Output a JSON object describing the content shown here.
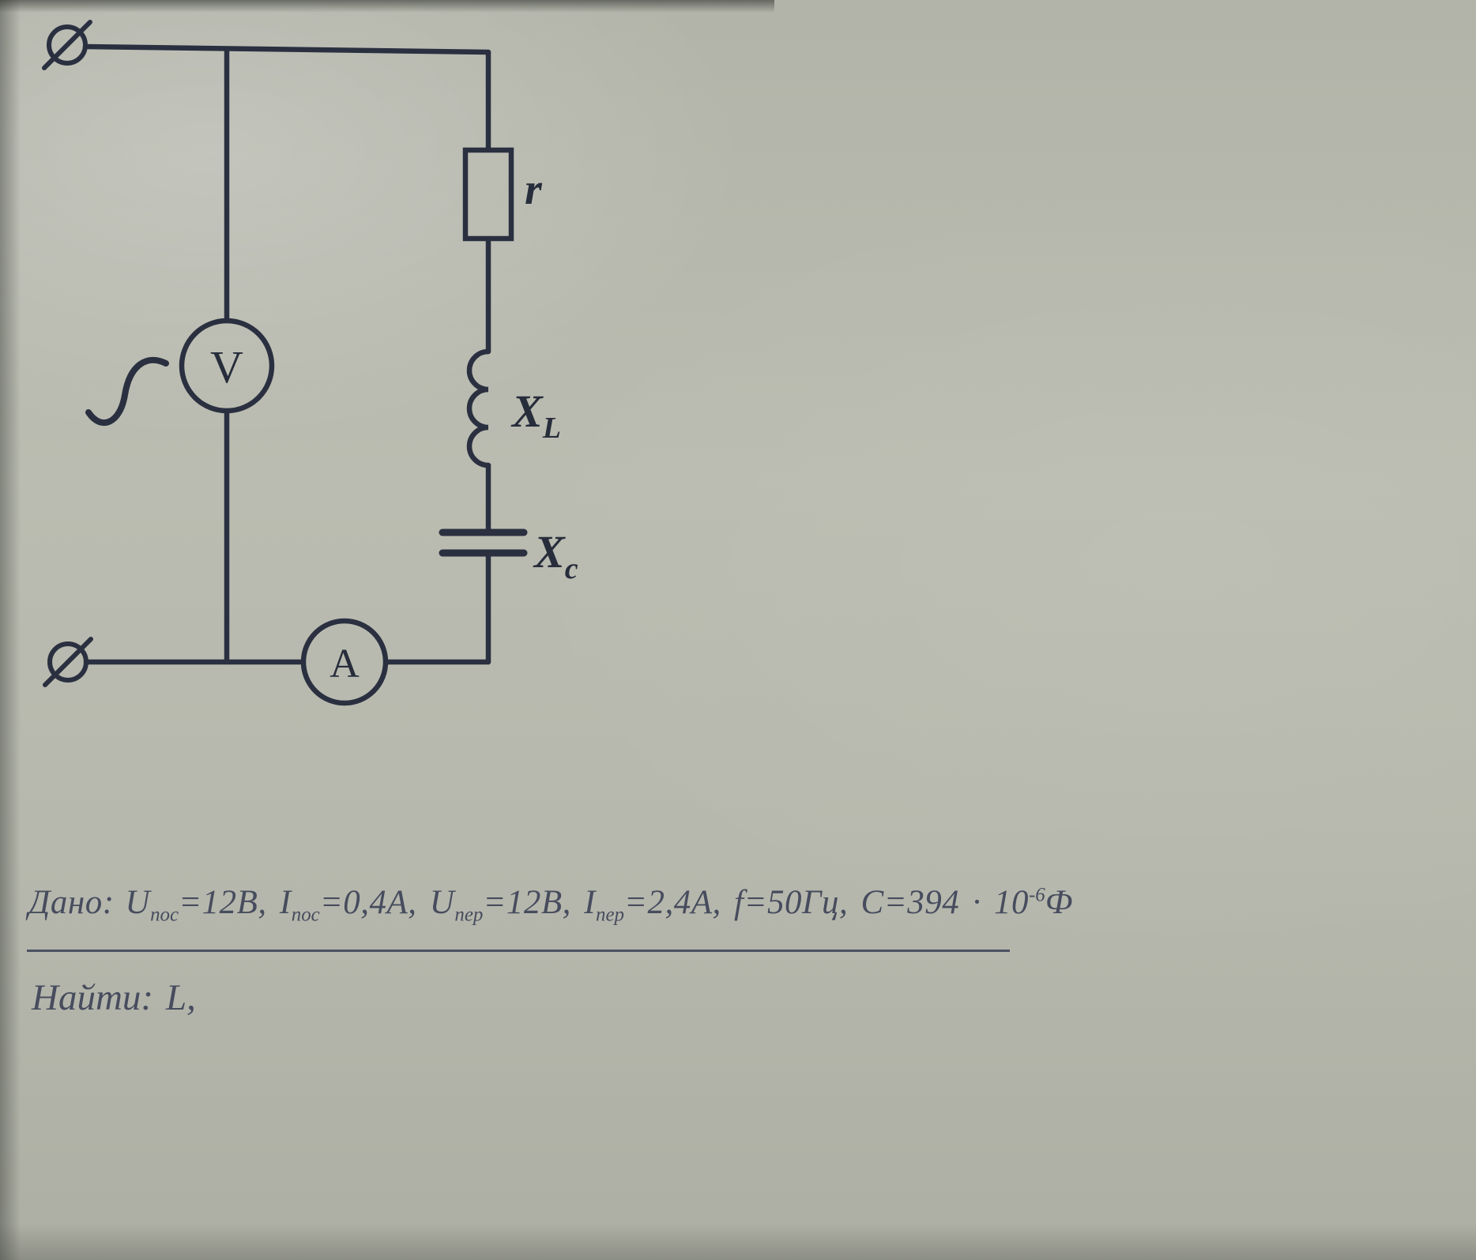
{
  "colors": {
    "background": "#b1b3a8",
    "line": "#2a3040",
    "text": "#474c5e"
  },
  "circuit": {
    "voltmeter_label": "V",
    "ammeter_label": "A",
    "resistor_label": "r",
    "inductor_label": {
      "base": "X",
      "sub": "L"
    },
    "capacitor_label": {
      "base": "X",
      "sub": "c"
    }
  },
  "problem": {
    "given_label": "Дано:",
    "given": [
      {
        "base": "U",
        "sub": "пос",
        "tail": "=12В, "
      },
      {
        "base": "I",
        "sub": "пос",
        "tail": "=0,4А, "
      },
      {
        "base": "U",
        "sub": "пер",
        "tail": "=12В, "
      },
      {
        "base": "I",
        "sub": "пер",
        "tail": "=2,4А, "
      },
      {
        "base": "f",
        "sub": "",
        "tail": "=50Гц, "
      },
      {
        "base": "C",
        "sub": "",
        "tail": "=394 · 10",
        "sup": "-6",
        "tail2": "Ф"
      }
    ],
    "find_label": "Найти:",
    "find_value": "L,"
  }
}
